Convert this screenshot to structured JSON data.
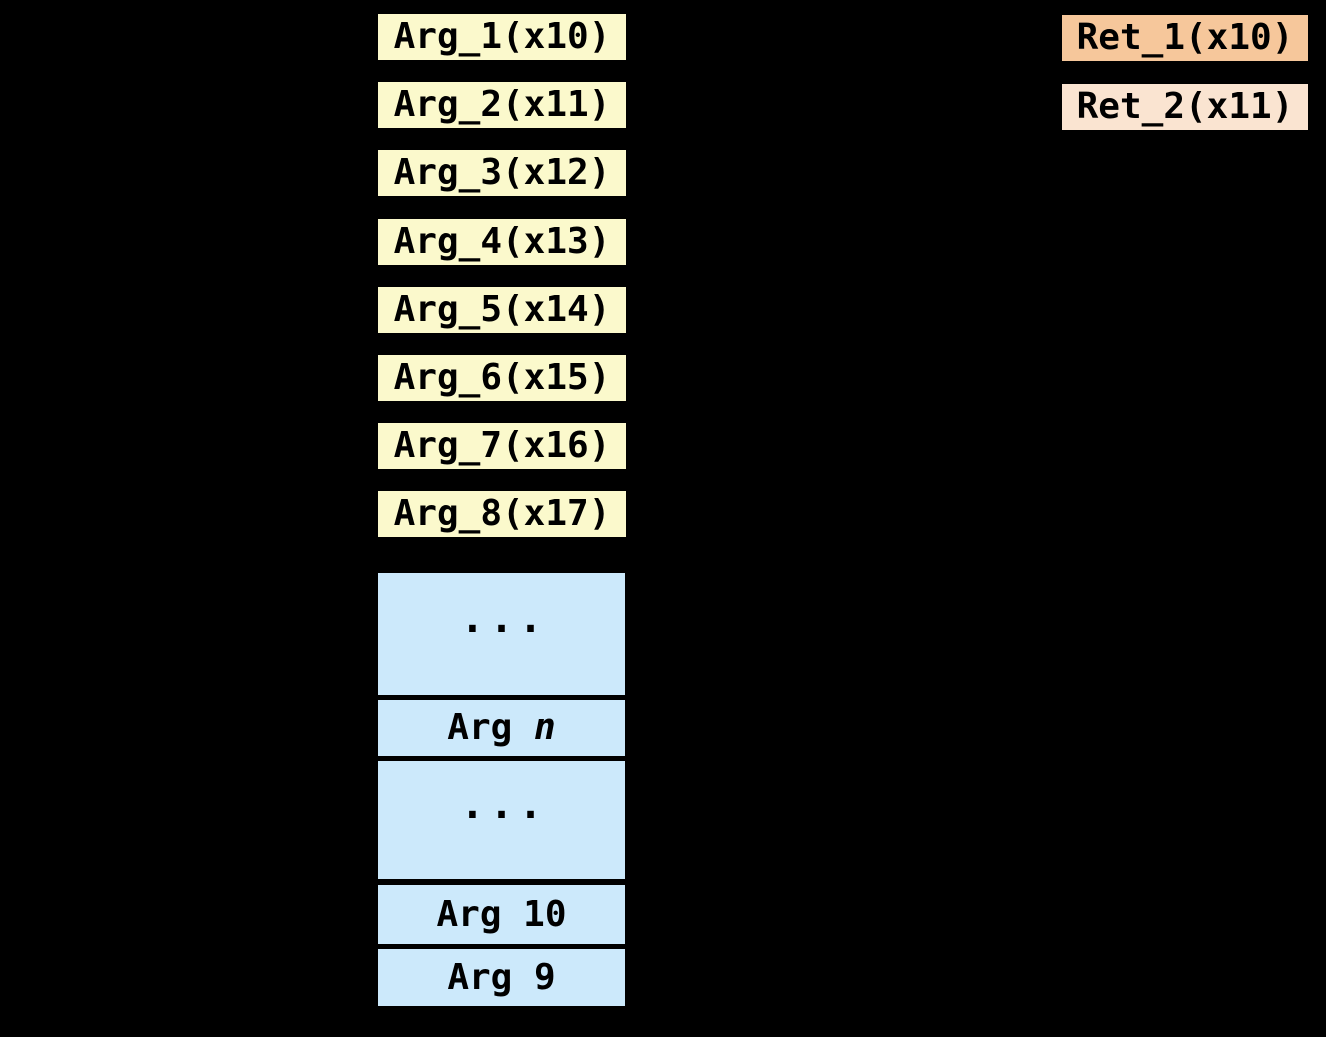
{
  "colors": {
    "background": "#000000",
    "arg_fill": "#FBF9CC",
    "ret1_fill": "#F6C79B",
    "ret2_fill": "#FAE4D1",
    "stack_fill": "#CCE9FB",
    "text": "#000000"
  },
  "arg_registers": [
    {
      "label": "Arg_1(x10)"
    },
    {
      "label": "Arg_2(x11)"
    },
    {
      "label": "Arg_3(x12)"
    },
    {
      "label": "Arg_4(x13)"
    },
    {
      "label": "Arg_5(x14)"
    },
    {
      "label": "Arg_6(x15)"
    },
    {
      "label": "Arg_7(x16)"
    },
    {
      "label": "Arg_8(x17)"
    }
  ],
  "ret_registers": [
    {
      "label": "Ret_1(x10)"
    },
    {
      "label": "Ret_2(x11)"
    }
  ],
  "stack": {
    "cells": [
      {
        "kind": "ellipsis",
        "label": "..."
      },
      {
        "kind": "variable",
        "prefix": "Arg ",
        "variable": "n"
      },
      {
        "kind": "ellipsis",
        "label": "..."
      },
      {
        "kind": "plain",
        "label": "Arg 10"
      },
      {
        "kind": "plain",
        "label": "Arg 9"
      }
    ]
  }
}
